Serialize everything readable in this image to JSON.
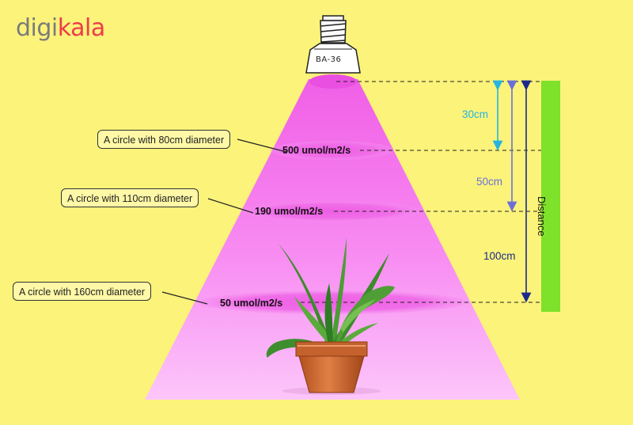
{
  "logo": {
    "part1": "digi",
    "part2": "kala",
    "color1": "#7b7b7b",
    "color2": "#ef3b4b"
  },
  "lamp": {
    "model": "BA-36",
    "icon": "grow-light-bulb-icon"
  },
  "levels": [
    {
      "circle_label": "A circle with 80cm diameter",
      "ppfd": "500 umol/m2/s",
      "distance": "30cm",
      "distance_color": "#26b5e0"
    },
    {
      "circle_label": "A circle with 110cm diameter",
      "ppfd": "190 umol/m2/s",
      "distance": "50cm",
      "distance_color": "#6d6fd8"
    },
    {
      "circle_label": "A circle with 160cm diameter",
      "ppfd": "50 umol/m2/s",
      "distance": "100cm",
      "distance_color": "#1b2a8a"
    }
  ],
  "distance_bar": {
    "label": "Distance",
    "color": "#7ee12a"
  },
  "plant": {
    "icon": "potted-plant-icon"
  },
  "colors": {
    "background": "#fbf37a",
    "light_cone": "#f67df0",
    "ellipse": "#ea52e0"
  }
}
